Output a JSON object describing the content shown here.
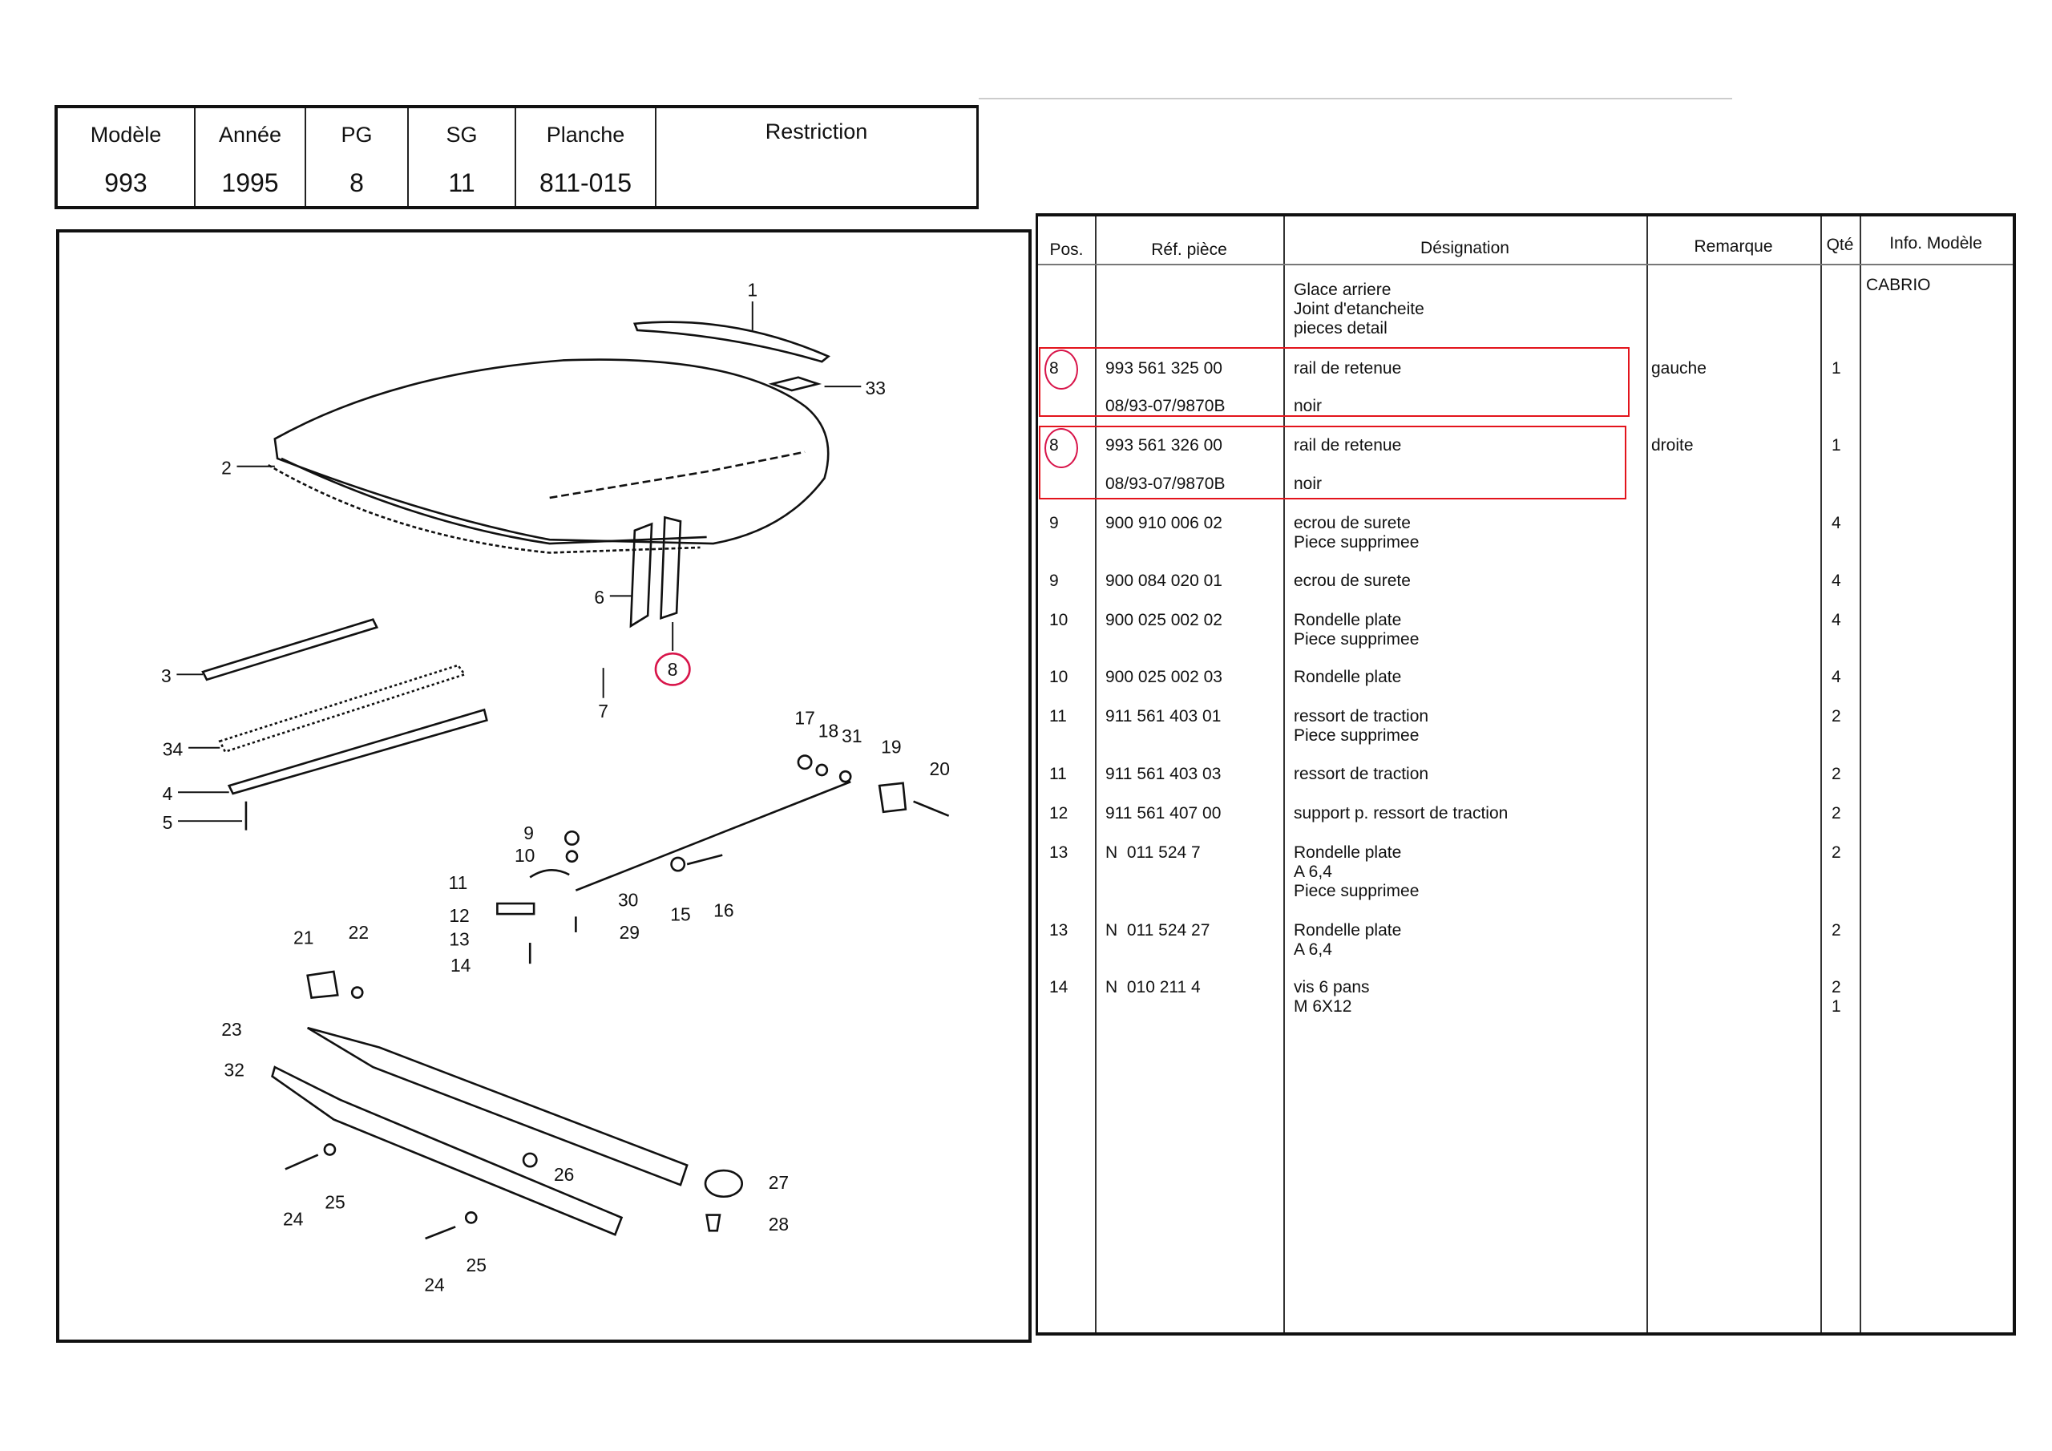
{
  "header": {
    "fields": [
      {
        "label": "Modèle",
        "value": "993"
      },
      {
        "label": "Année",
        "value": "1995"
      },
      {
        "label": "PG",
        "value": "8"
      },
      {
        "label": "SG",
        "value": "11"
      },
      {
        "label": "Planche",
        "value": "811-015"
      },
      {
        "label": "Restriction",
        "value": ""
      }
    ]
  },
  "table": {
    "columns": [
      "Pos.",
      "Réf. pièce",
      "Désignation",
      "Remarque",
      "Qté",
      "Info. Modèle"
    ],
    "info_model": "CABRIO",
    "rows": [
      {
        "pos": "",
        "ref": "",
        "designation": "Glace arriere\nJoint d'etancheite\npieces detail",
        "remark": "",
        "qty": ""
      },
      {
        "pos": "8",
        "ref": "993 561 325 00",
        "designation": "rail de retenue",
        "remark": "gauche",
        "qty": "1"
      },
      {
        "pos": "",
        "ref": "08/93-07/9870B",
        "designation": "noir",
        "remark": "",
        "qty": ""
      },
      {
        "pos": "8",
        "ref": "993 561 326 00",
        "designation": "rail de retenue",
        "remark": "droite",
        "qty": "1"
      },
      {
        "pos": "",
        "ref": "08/93-07/9870B",
        "designation": "noir",
        "remark": "",
        "qty": ""
      },
      {
        "pos": "9",
        "ref": "900 910 006 02",
        "designation": "ecrou de surete\nPiece supprimee",
        "remark": "",
        "qty": "4"
      },
      {
        "pos": "9",
        "ref": "900 084 020 01",
        "designation": "ecrou de surete",
        "remark": "",
        "qty": "4"
      },
      {
        "pos": "10",
        "ref": "900 025 002 02",
        "designation": "Rondelle plate\nPiece supprimee",
        "remark": "",
        "qty": "4"
      },
      {
        "pos": "10",
        "ref": "900 025 002 03",
        "designation": "Rondelle plate",
        "remark": "",
        "qty": "4"
      },
      {
        "pos": "11",
        "ref": "911 561 403 01",
        "designation": "ressort de traction\nPiece supprimee",
        "remark": "",
        "qty": "2"
      },
      {
        "pos": "11",
        "ref": "911 561 403 03",
        "designation": "ressort de traction",
        "remark": "",
        "qty": "2"
      },
      {
        "pos": "12",
        "ref": "911 561 407 00",
        "designation": "support p. ressort de traction",
        "remark": "",
        "qty": "2"
      },
      {
        "pos": "13",
        "ref": "N  011 524 7",
        "designation": "Rondelle plate\nA 6,4\nPiece supprimee",
        "remark": "",
        "qty": "2"
      },
      {
        "pos": "13",
        "ref": "N  011 524 27",
        "designation": "Rondelle plate\nA 6,4",
        "remark": "",
        "qty": "2"
      },
      {
        "pos": "14",
        "ref": "N  010 211 4",
        "designation": "vis 6 pans\nM 6X12",
        "remark": "",
        "qty": "2\n1"
      }
    ]
  },
  "diagram": {
    "callouts": [
      "1",
      "33",
      "2",
      "6",
      "8",
      "7",
      "3",
      "34",
      "4",
      "5",
      "17",
      "18",
      "31",
      "19",
      "20",
      "9",
      "10",
      "11",
      "30",
      "15",
      "16",
      "12",
      "29",
      "13",
      "14",
      "21",
      "22",
      "23",
      "32",
      "26",
      "27",
      "28",
      "24",
      "25",
      "24",
      "25"
    ]
  },
  "colors": {
    "highlight": "#e3141c",
    "ink": "#111111"
  }
}
